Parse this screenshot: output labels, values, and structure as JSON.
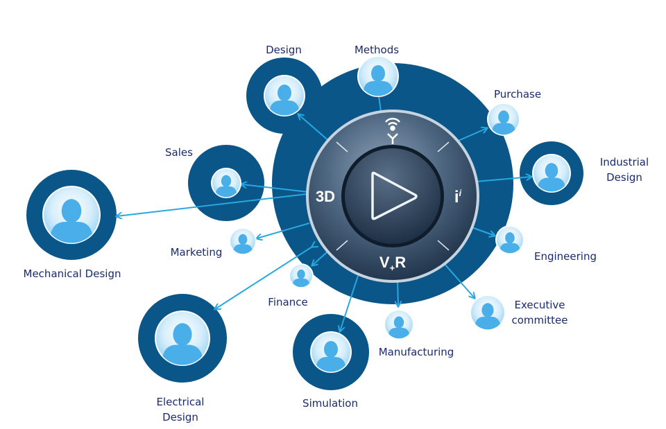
{
  "diagram": {
    "center_dial": {
      "top_icon": "compass-antenna-icon",
      "left_label": "3D",
      "right_label": "i",
      "right_superscript": "i",
      "bottom_label": "V",
      "bottom_sub": "+",
      "bottom_label2": "R",
      "center_icon": "play-icon"
    },
    "roles": [
      {
        "id": "design",
        "label": "Design"
      },
      {
        "id": "methods",
        "label": "Methods"
      },
      {
        "id": "purchase",
        "label": "Purchase"
      },
      {
        "id": "industrial-design",
        "label": "Industrial\nDesign"
      },
      {
        "id": "sales",
        "label": "Sales"
      },
      {
        "id": "mechanical-design",
        "label": "Mechanical Design"
      },
      {
        "id": "marketing",
        "label": "Marketing"
      },
      {
        "id": "engineering",
        "label": "Engineering"
      },
      {
        "id": "finance",
        "label": "Finance"
      },
      {
        "id": "executive-committee",
        "label": "Executive\ncommittee"
      },
      {
        "id": "electrical-design",
        "label": "Electrical\nDesign"
      },
      {
        "id": "simulation",
        "label": "Simulation"
      },
      {
        "id": "manufacturing",
        "label": "Manufacturing"
      }
    ],
    "colors": {
      "ring": "#0a5688",
      "arrow": "#29a8e0",
      "label": "#1a2a6a",
      "avatar": "#4aaee8"
    }
  }
}
